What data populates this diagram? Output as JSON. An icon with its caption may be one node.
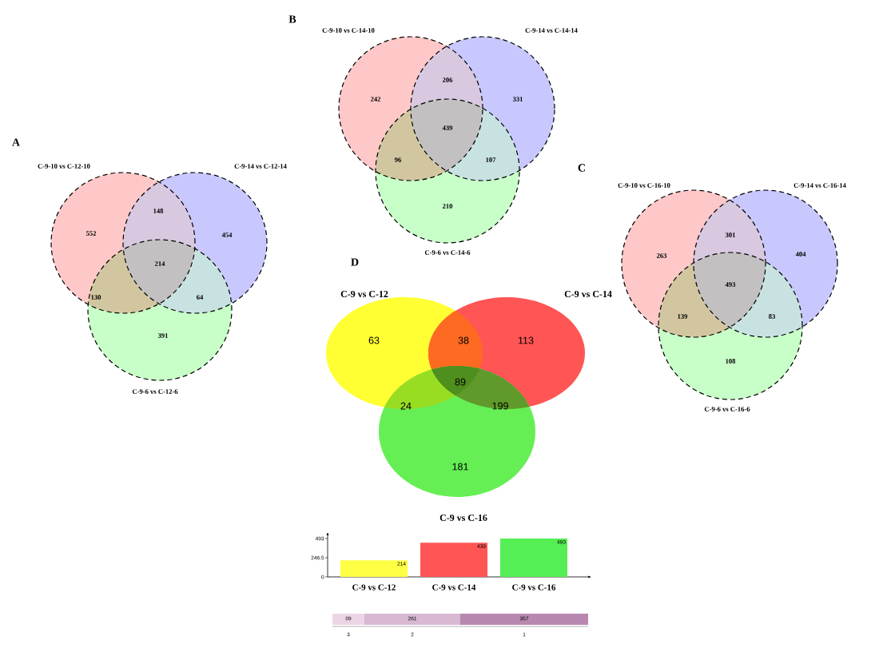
{
  "diagram": {
    "nodes": [
      {
        "text": [
          "C-9-10 vs C-14-10"
        ]
      },
      {
        "text": [
          "C-9-14 vs C-14-14"
        ]
      },
      {
        "text": [
          "C-9-6 vs C-14-6"
        ]
      },
      {
        "text": [
          "C-9-10 vs C-12-10"
        ]
      },
      {
        "text": [
          "C-9-14 vs C-12-14"
        ]
      },
      {
        "text": [
          "C-9-6 vs C-12-6"
        ]
      },
      {
        "text": [
          "C-9-10 vs C-16-10"
        ]
      },
      {
        "text": [
          "C-9-14 vs C-16-14"
        ]
      },
      {
        "text": [
          "C-9-6 vs C-16-6"
        ]
      },
      {
        "text": [
          "C-9 vs C-12"
        ]
      },
      {
        "text": [
          "C-9 vs C-14"
        ]
      },
      {
        "text": [
          "C-9 vs C-16"
        ]
      }
    ],
    "labels": [
      "B",
      "242",
      "206",
      "331",
      "439",
      "96",
      "107",
      "210",
      "A",
      "552",
      "148",
      "454",
      "214",
      "130",
      "64",
      "391",
      "C",
      "263",
      "301",
      "404",
      "493",
      "139",
      "83",
      "108",
      "D",
      "63",
      "38",
      "113",
      "89",
      "24",
      "199",
      "181",
      "89",
      "261",
      "357",
      "3",
      "2",
      "1"
    ],
    "chart_data": {
      "type": "bar",
      "categories": [
        "C-9 vs C-12",
        "C-9 vs C-14",
        "C-9 vs C-16"
      ],
      "series": [
        {
          "color": "#ffff44",
          "values": [
            214,
            null,
            null
          ]
        },
        {
          "color": "#ff5555",
          "values": [
            null,
            439,
            null
          ]
        },
        {
          "color": "#55ee55",
          "values": [
            null,
            null,
            493
          ]
        }
      ],
      "ylim": [
        0,
        493
      ],
      "yticks": [
        0,
        246.5,
        493
      ],
      "data_labels": true
    }
  }
}
